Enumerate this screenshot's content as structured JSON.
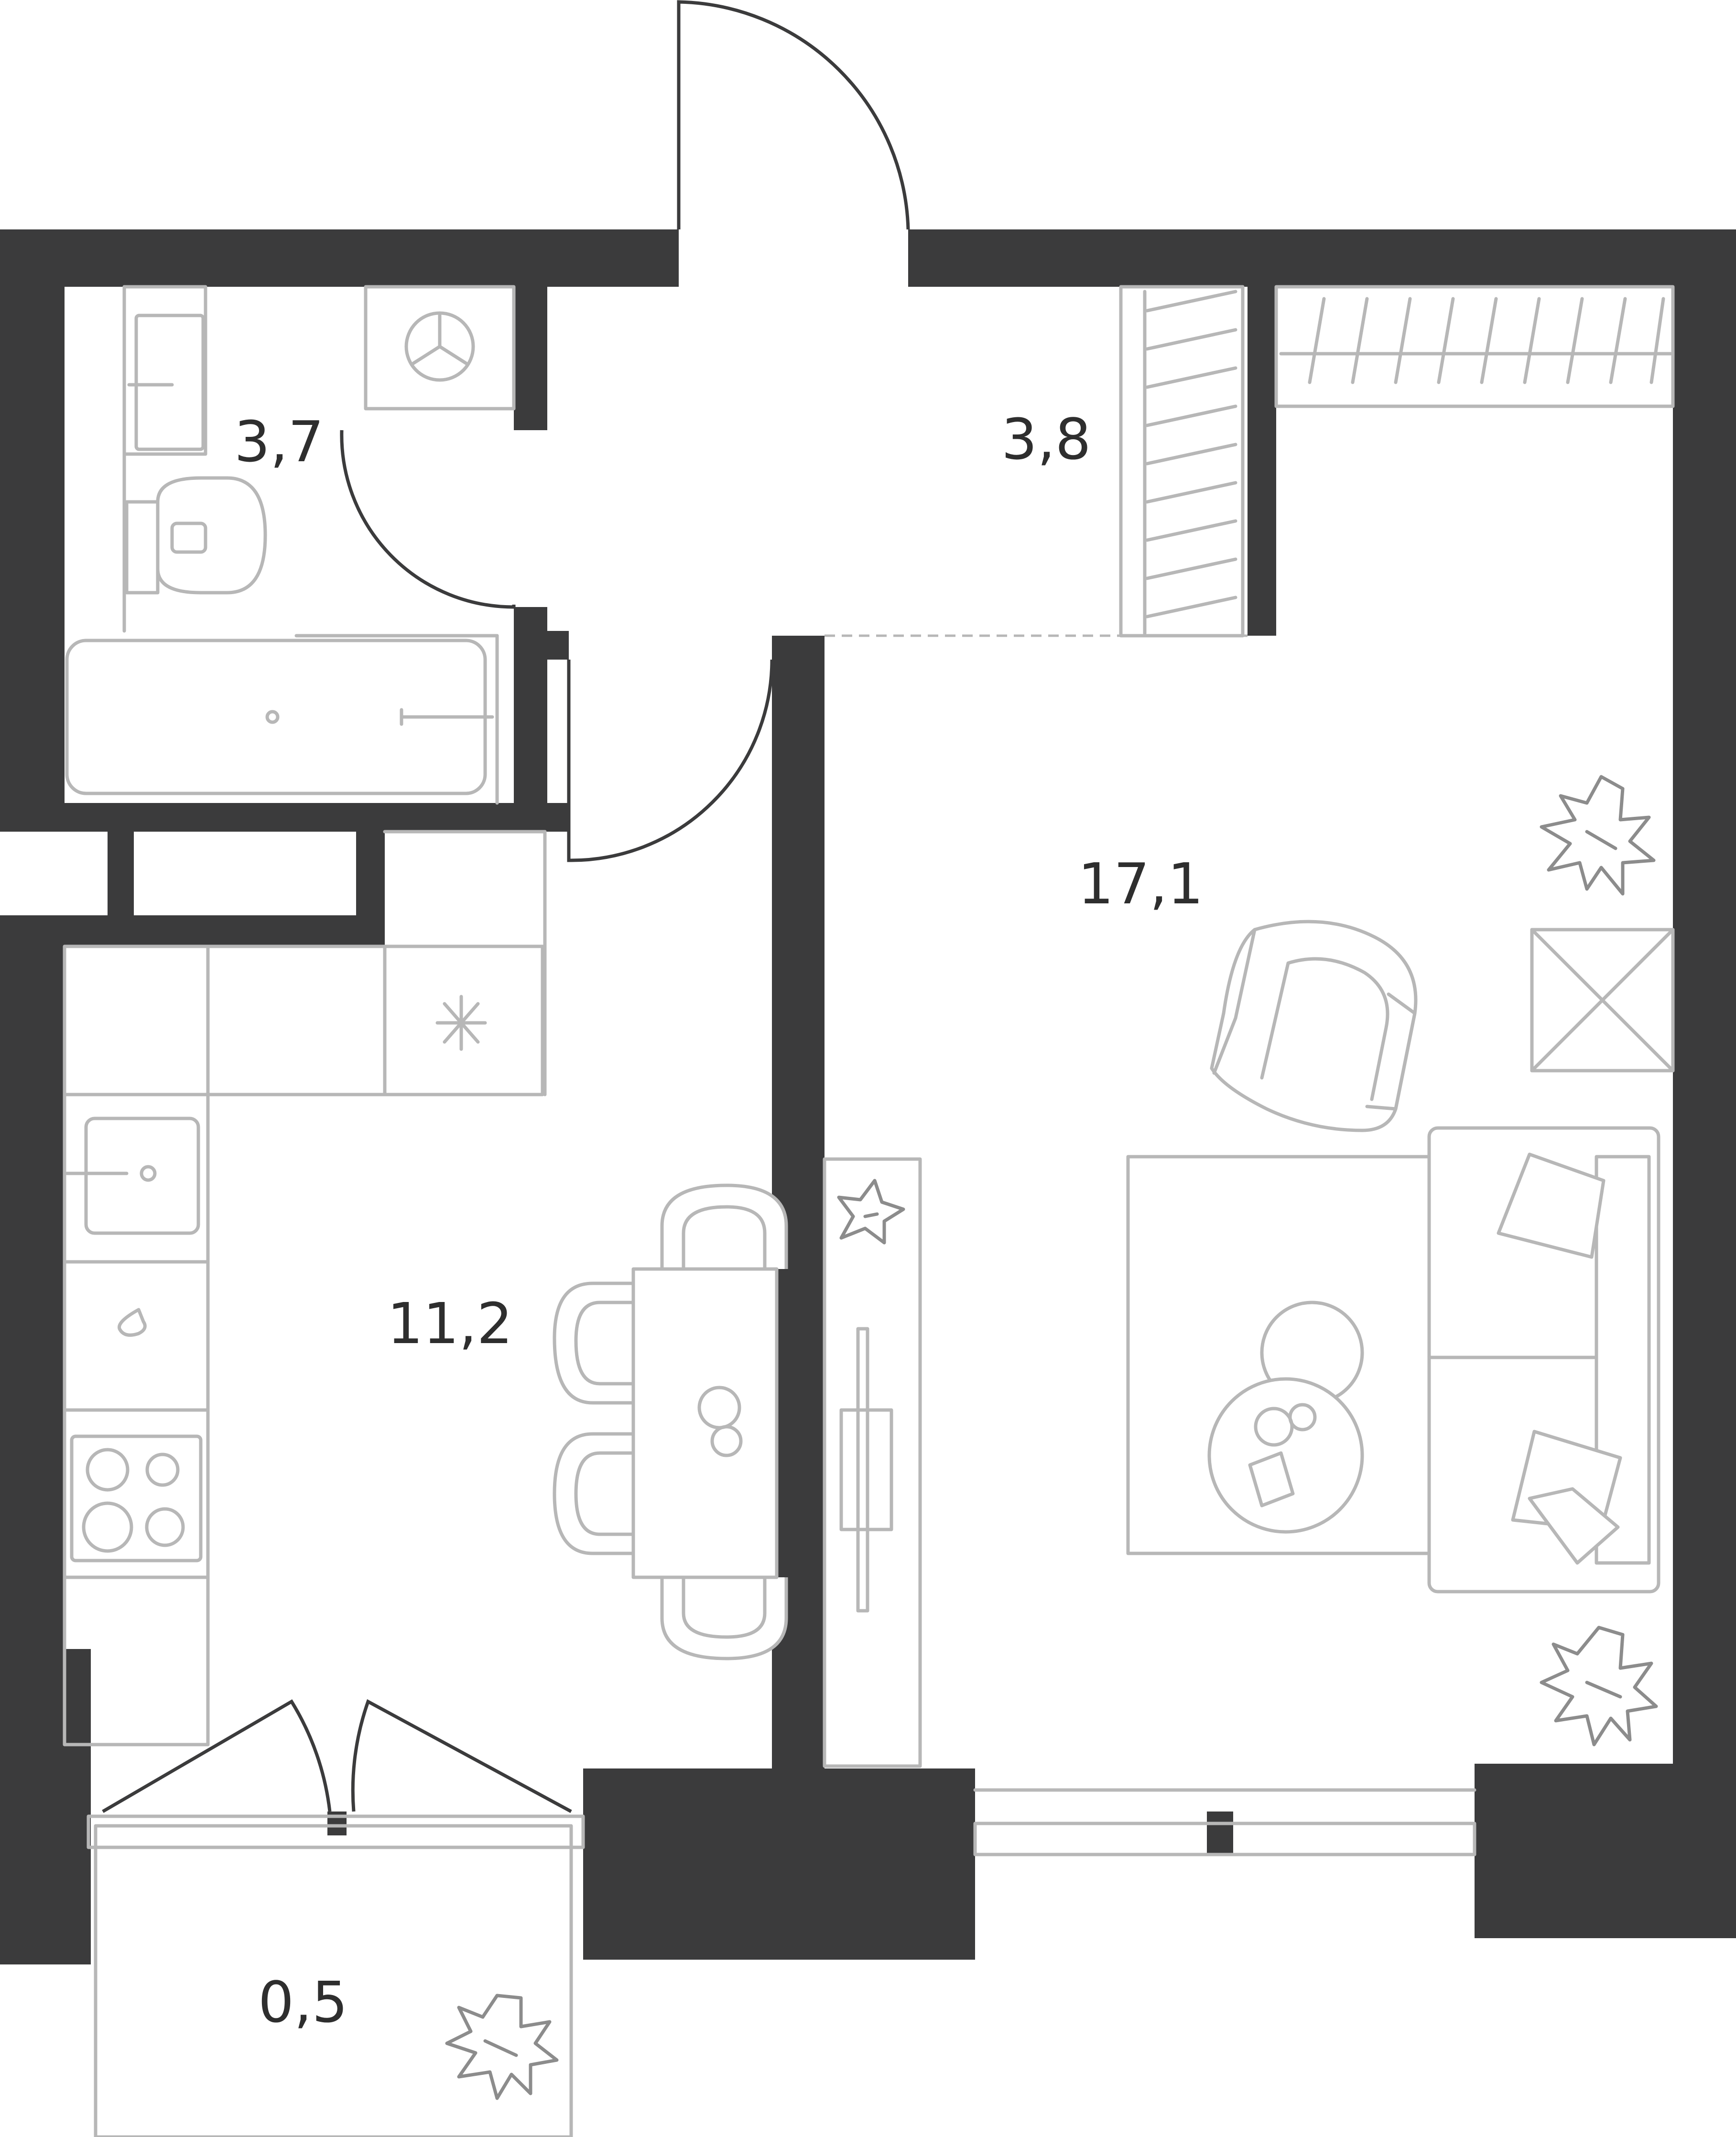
{
  "rooms": {
    "bathroom": {
      "area": "3,7"
    },
    "wardrobe": {
      "area": "3,8"
    },
    "living_room": {
      "area": "17,1"
    },
    "kitchen": {
      "area": "11,2"
    },
    "balcony": {
      "area": "0,5"
    }
  },
  "colors": {
    "wall": "#3b3b3c",
    "fixture": "#b7b7b7",
    "plant": "#8c8c8c",
    "background": "#ffffff"
  }
}
